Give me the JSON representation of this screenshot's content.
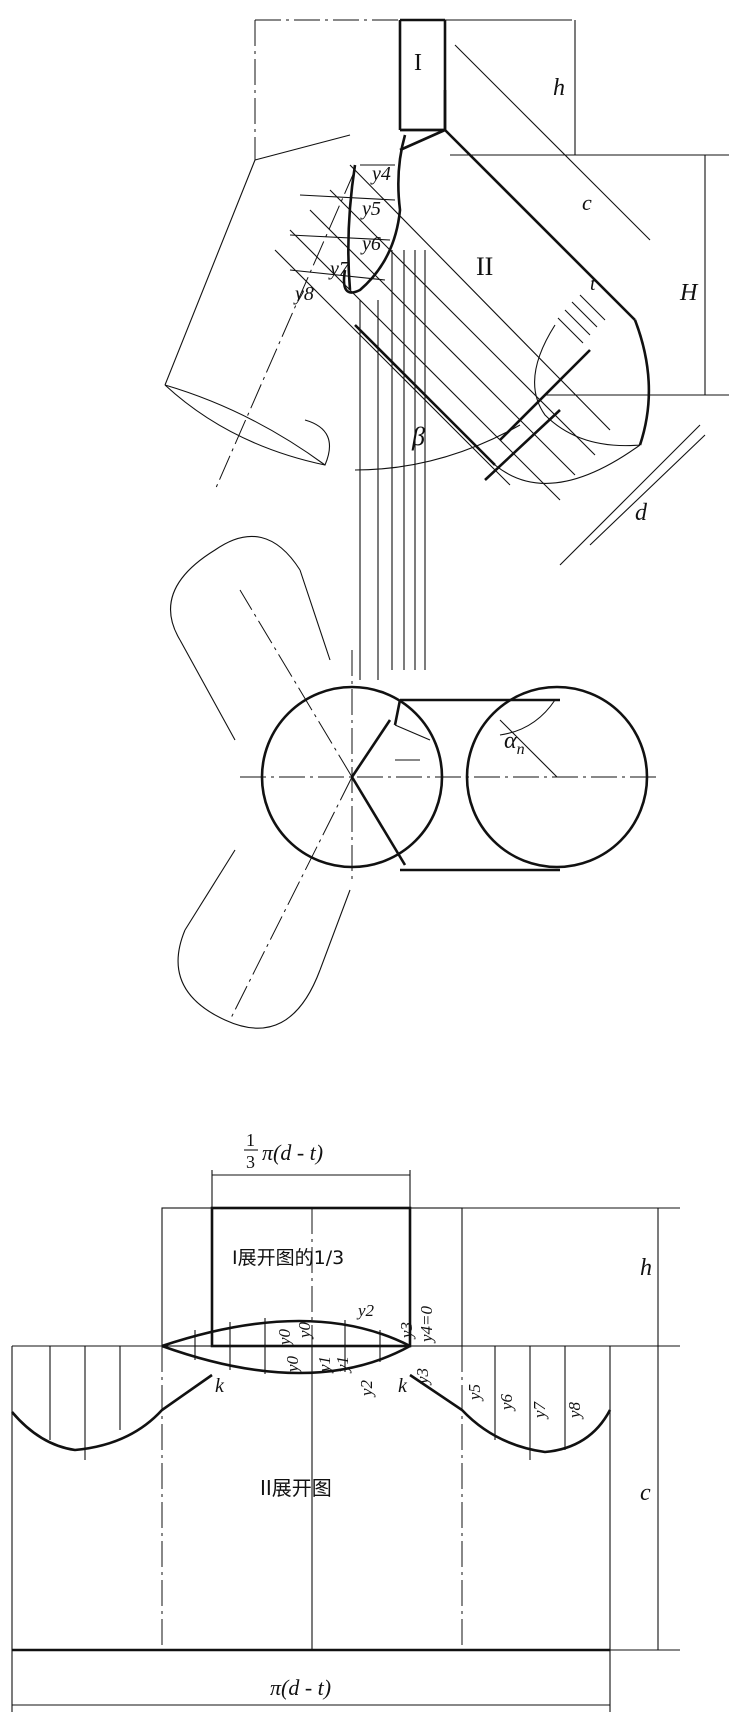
{
  "top_view": {
    "part_I": "I",
    "part_II": "II",
    "dim_h": "h",
    "dim_c": "c",
    "dim_H": "H",
    "dim_t": "t",
    "dim_d": "d",
    "angle_beta": "β",
    "angle_alpha": "α",
    "angle_alpha_sub": "n",
    "y_labels": [
      "y4",
      "y5",
      "y6",
      "y7",
      "y8"
    ]
  },
  "development": {
    "top_dim_frac_num": "1",
    "top_dim_frac_den": "3",
    "top_dim_text": "π(d - t)",
    "part_I_caption": "I展开图的1/3",
    "part_II_caption": "II展开图",
    "dim_h": "h",
    "dim_c": "c",
    "bottom_dim_text": "π(d - t)",
    "label_k": "k",
    "upper_y_labels": [
      "y0",
      "y0",
      "y2",
      "y3",
      "y4=0"
    ],
    "lower_y_labels": [
      "y0",
      "y1",
      "y1",
      "y2",
      "y3"
    ],
    "right_y_labels": [
      "y5",
      "y6",
      "y7",
      "y8"
    ]
  }
}
